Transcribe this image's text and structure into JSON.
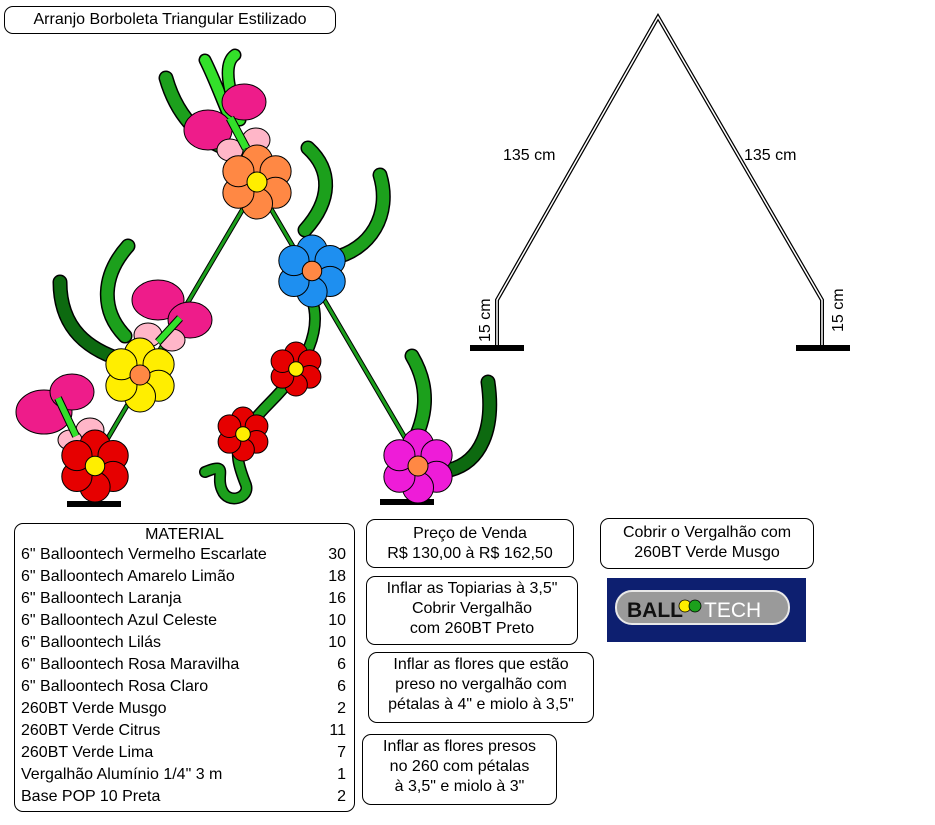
{
  "title": "Arranjo Borboleta Triangular Estilizado",
  "material": {
    "header": "MATERIAL",
    "items": [
      {
        "name": "6\" Balloontech Vermelho Escarlate",
        "qty": "30"
      },
      {
        "name": "6\" Balloontech Amarelo Limão",
        "qty": "18"
      },
      {
        "name": "6\" Balloontech Laranja",
        "qty": "16"
      },
      {
        "name": "6\" Balloontech Azul Celeste",
        "qty": "10"
      },
      {
        "name": "6\" Balloontech Lilás",
        "qty": "10"
      },
      {
        "name": "6\" Balloontech Rosa Maravilha",
        "qty": "6"
      },
      {
        "name": "6\" Balloontech Rosa Claro",
        "qty": "6"
      },
      {
        "name": "260BT Verde Musgo",
        "qty": "2"
      },
      {
        "name": "260BT Verde Citrus",
        "qty": "11"
      },
      {
        "name": "260BT Verde Lima",
        "qty": "7"
      },
      {
        "name": "Vergalhão Alumínio 1/4\" 3 m",
        "qty": "1"
      },
      {
        "name": "Base POP 10 Preta",
        "qty": "2"
      }
    ]
  },
  "price": {
    "line1": "Preço de Venda",
    "line2": "R$ 130,00 à R$ 162,50"
  },
  "topiaria_note": {
    "line1": "Inflar as Topiarias à 3,5\"",
    "line2": "Cobrir Vergalhão",
    "line3": "com 260BT Preto"
  },
  "flores_vergalhao_note": {
    "line1": "Inflar as flores que estão",
    "line2": "preso no vergalhão com",
    "line3": "pétalas à 4\" e miolo à 3,5\""
  },
  "flores_260_note": {
    "line1": "Inflar as flores presos",
    "line2": "no 260 com pétalas",
    "line3": "à 3,5\" e miolo à 3\""
  },
  "cobrir_note": {
    "line1": "Cobrir o Vergalhão com",
    "line2": "260BT Verde Musgo"
  },
  "logo": {
    "left": "BALL",
    "right": "TECH"
  },
  "frame": {
    "left_side": "135 cm",
    "right_side": "135 cm",
    "left_leg": "15 cm",
    "right_leg": "15 cm"
  },
  "colors": {
    "red": "#e60000",
    "yellow": "#ffee00",
    "orange": "#ff8844",
    "blue": "#1e8ff0",
    "magenta": "#ee1cd8",
    "pink": "#ee1c8a",
    "light_pink": "#ffb6c8",
    "dark_green": "#0d6a10",
    "citrus_green": "#1ca01c",
    "lime_green": "#33e02a",
    "logo_bg": "#0d1f70"
  }
}
